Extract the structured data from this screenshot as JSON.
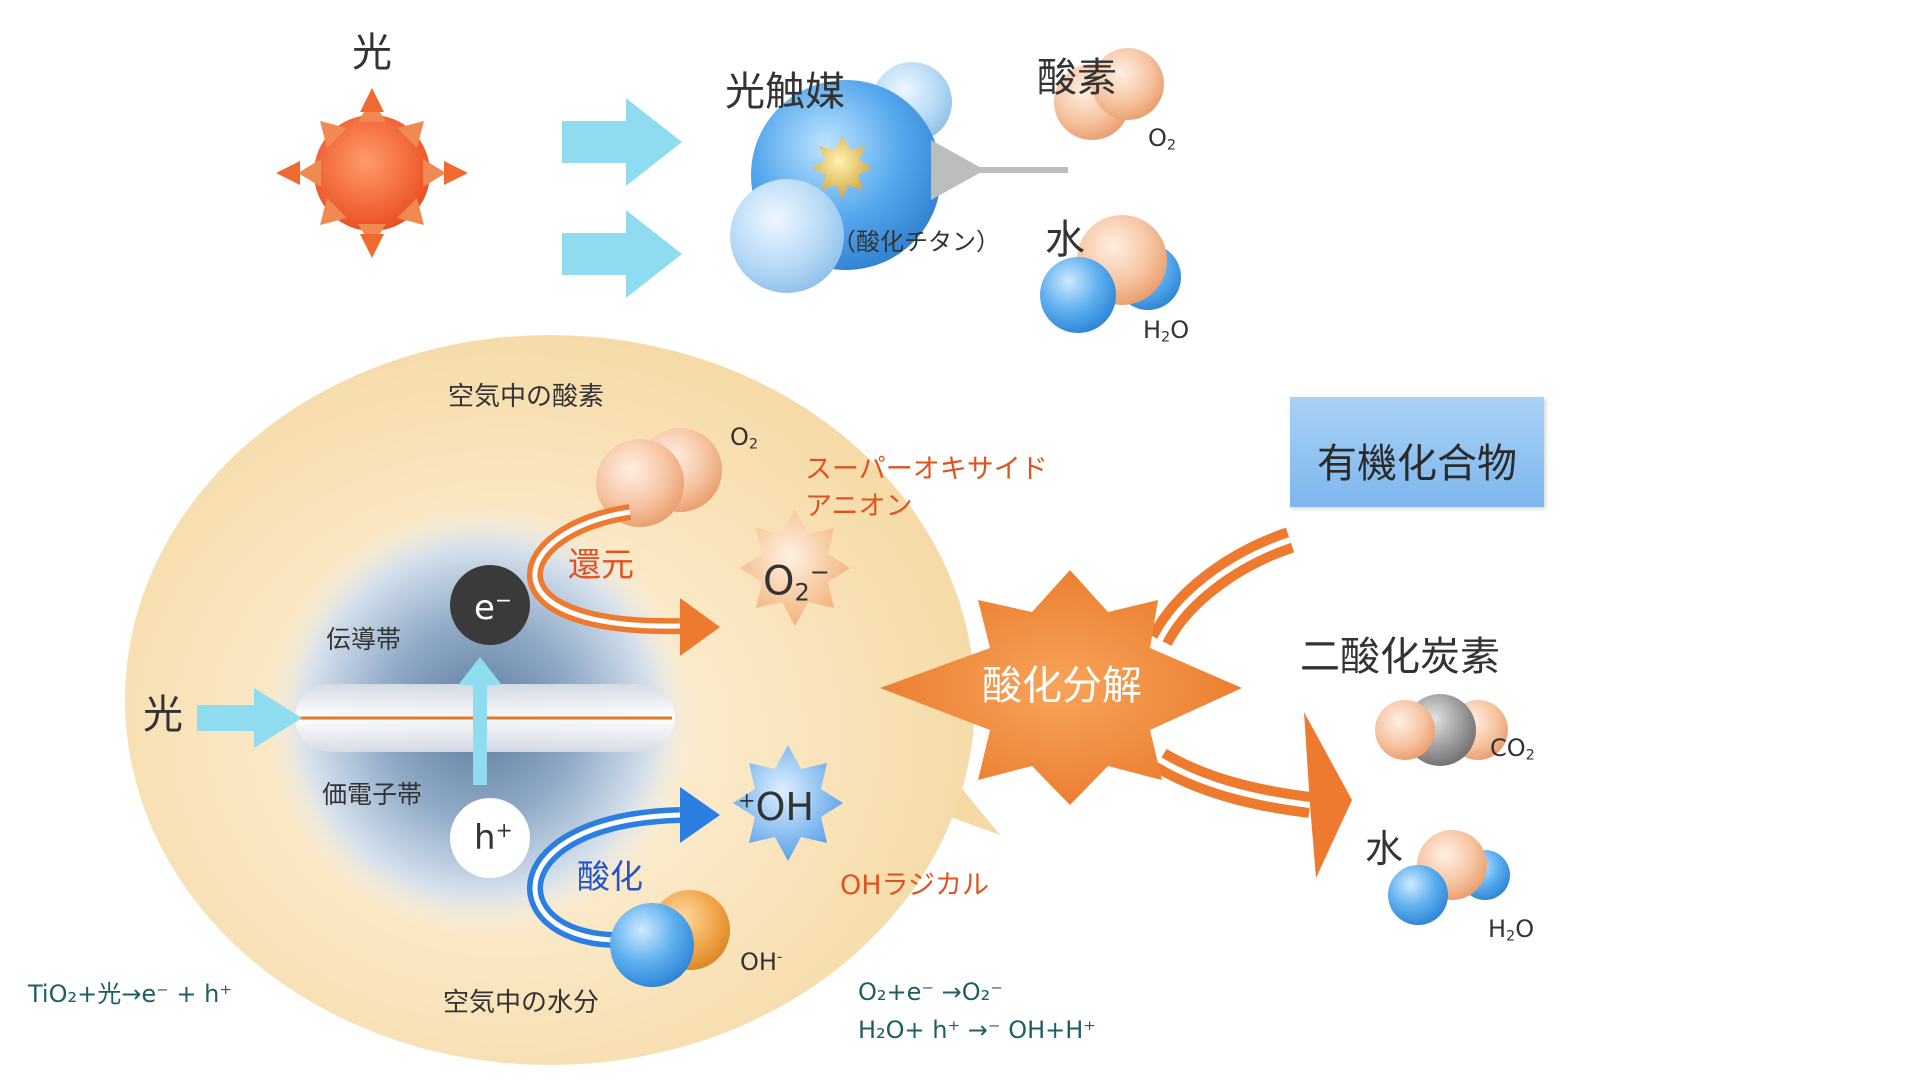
{
  "top": {
    "light": "光",
    "photocatalyst": "光触媒",
    "titanium_oxide": "（酸化チタン）",
    "oxygen": "酸素",
    "oxygen_formula_main": "O",
    "oxygen_formula_sub": "2",
    "water": "水",
    "water_formula_h": "H",
    "water_formula_sub": "2",
    "water_formula_o": "O"
  },
  "mechanism": {
    "air_oxygen": "空気中の酸素",
    "o2_main": "O",
    "o2_sub": "2",
    "superoxide_line1": "スーパーオキサイド",
    "superoxide_line2": "アニオン",
    "reduction": "還元",
    "electron_main": "e",
    "electron_sup": "−",
    "superoxide_main": "O",
    "superoxide_sub": "2",
    "superoxide_sup": "−",
    "conduction_band": "伝導帯",
    "light": "光",
    "valence_band": "価電子帯",
    "hole_main": "h",
    "hole_sup": "+",
    "oxidation": "酸化",
    "oh_radical_sup": "+",
    "oh_radical_main": "OH",
    "oh_radical_label": "OHラジカル",
    "hydroxide_main": "OH",
    "hydroxide_sup": "-",
    "air_moisture": "空気中の水分"
  },
  "equations": {
    "eq1": "TiO₂+光→e⁻ + h⁺",
    "eq2": "O₂+e⁻ →O₂⁻",
    "eq3": "H₂O+ h⁺ →⁻ OH+H⁺"
  },
  "decomposition": {
    "oxidative_decomposition": "酸化分解",
    "organic_compounds": "有機化合物",
    "carbon_dioxide": "二酸化炭素",
    "co2_main": "CO",
    "co2_sub": "2",
    "water": "水",
    "water_h": "H",
    "water_sub": "2",
    "water_o": "O"
  },
  "colors": {
    "sun": "#f06a30",
    "arrow_light_blue": "#8fdcf0",
    "orange_arrow": "#ee7a2f",
    "blue_arrow": "#2b7fe0",
    "halo": "#f6ddae",
    "organic_box": "#8cc2f0"
  }
}
